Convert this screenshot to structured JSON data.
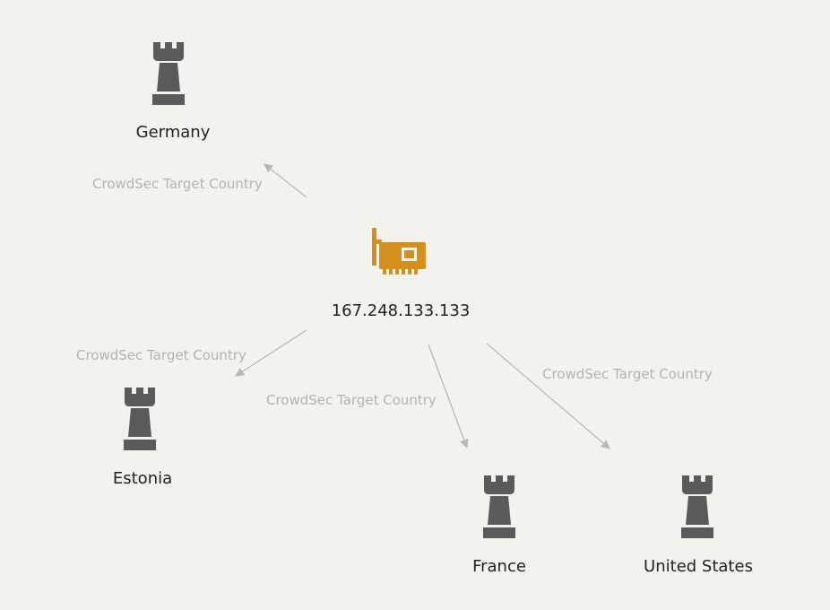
{
  "colors": {
    "background": "#f3f2ee",
    "tower": "#5a5a5a",
    "card": "#d4901a",
    "edge": "#b8b8b8",
    "edge_label": "#b3b3b3",
    "node_label": "#222222"
  },
  "center": {
    "label": "167.248.133.133",
    "icon": "network-card-icon"
  },
  "nodes": [
    {
      "id": "germany",
      "label": "Germany",
      "icon": "rook-tower-icon"
    },
    {
      "id": "estonia",
      "label": "Estonia",
      "icon": "rook-tower-icon"
    },
    {
      "id": "france",
      "label": "France",
      "icon": "rook-tower-icon"
    },
    {
      "id": "united-states",
      "label": "United States",
      "icon": "rook-tower-icon"
    }
  ],
  "edges": [
    {
      "to": "germany",
      "label": "CrowdSec Target Country"
    },
    {
      "to": "estonia",
      "label": "CrowdSec Target Country"
    },
    {
      "to": "france",
      "label": "CrowdSec Target Country"
    },
    {
      "to": "united-states",
      "label": "CrowdSec Target Country"
    }
  ]
}
